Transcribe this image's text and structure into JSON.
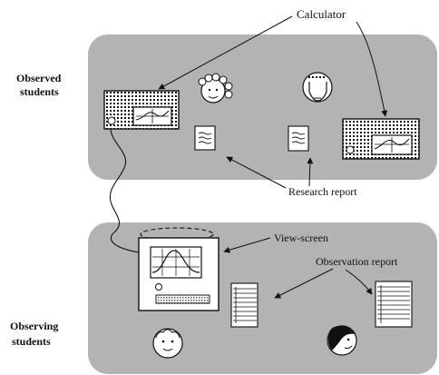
{
  "labels": {
    "calculator": "Calculator",
    "observed_line1": "Observed",
    "observed_line2": "students",
    "observing_line1": "Observing",
    "observing_line2": "students",
    "research_report": "Research report",
    "view_screen": "View-screen",
    "observation_report": "Observation report"
  },
  "colors": {
    "panel": "#b3b3b3",
    "ink": "#111111",
    "paper": "#ffffff"
  },
  "icons": [
    "calculator-icon",
    "student-face-icon",
    "research-report-icon",
    "view-screen-icon",
    "observation-report-icon"
  ]
}
